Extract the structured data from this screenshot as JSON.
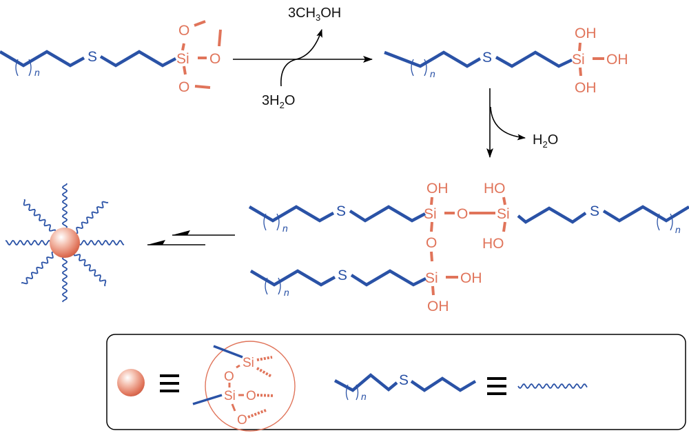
{
  "figure": {
    "type": "reaction-scheme",
    "description": "Hydrolysis and condensation of thioether trimethoxysilane to form silica-core nanoparticle with thioether chains"
  },
  "atoms": {
    "silicon": "Si",
    "oxygen": "O",
    "sulfur": "S",
    "hydroxyl": "OH",
    "hydroxyl_reversed": "HO",
    "repeat_index": "n"
  },
  "step1": {
    "reactant": "thioether trimethoxysilane",
    "byproduct_main": "3CH",
    "byproduct_sub": "3",
    "byproduct_tail": "OH",
    "reagent_main": "3H",
    "reagent_sub": "2",
    "reagent_tail": "O",
    "product": "thioether silanetriol"
  },
  "step2": {
    "byproduct_main": "H",
    "byproduct_sub": "2",
    "byproduct_tail": "O",
    "product": "condensed siloxane oligomer"
  },
  "step3": {
    "arrow_type": "equilibrium",
    "product": "functionalized silica nanoparticle"
  },
  "legend": {
    "sphere_meaning": "silica network core (Si-O-Si)",
    "wavy_meaning": "thioether alkyl chain",
    "equivalence_symbol": "≡"
  },
  "colors": {
    "chain": "#2a52a6",
    "silica": "#e0745a",
    "arrow": "#000000"
  }
}
